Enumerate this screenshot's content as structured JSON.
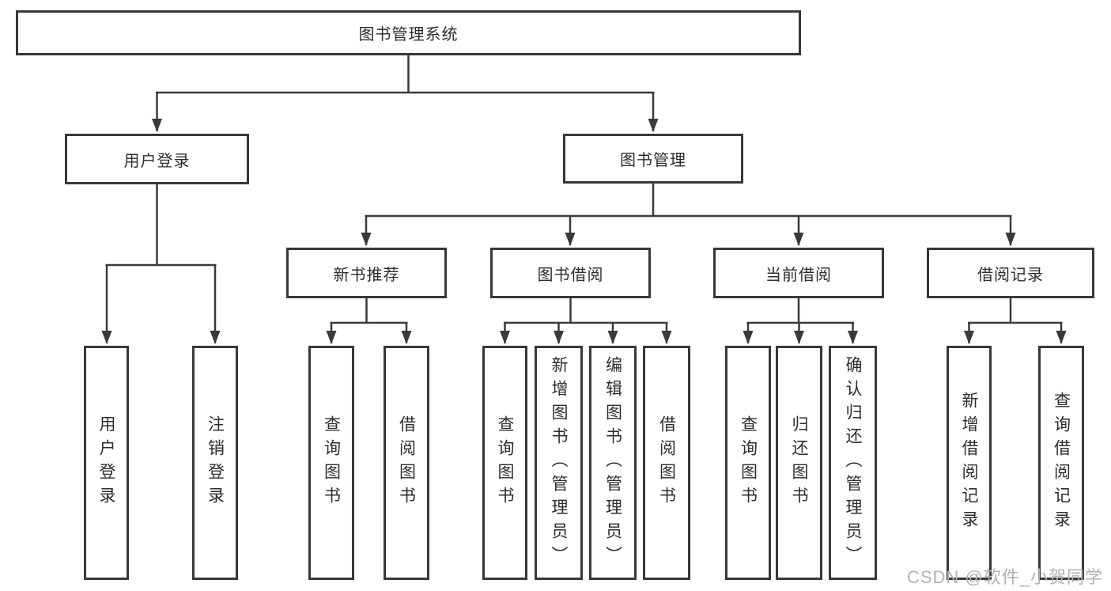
{
  "colors": {
    "background": "#ffffff",
    "line": "#3a3a3a",
    "box_border": "#383838",
    "box_fill": "#ffffff",
    "text": "#2d2d2d",
    "watermark": "#b2b2b2"
  },
  "root": {
    "label": "图书管理系统"
  },
  "level1": [
    {
      "label": "用户登录"
    },
    {
      "label": "图书管理"
    }
  ],
  "level2": [
    {
      "label": "新书推荐"
    },
    {
      "label": "图书借阅"
    },
    {
      "label": "当前借阅"
    },
    {
      "label": "借阅记录"
    }
  ],
  "leaves": {
    "user_login": [
      {
        "label": "用户登录"
      },
      {
        "label": "注销登录"
      }
    ],
    "new_book_recommend": [
      {
        "label": "查询图书"
      },
      {
        "label": "借阅图书"
      }
    ],
    "book_borrowing": [
      {
        "label": "查询图书"
      },
      {
        "label": "新增图书（管理员）"
      },
      {
        "label": "编辑图书（管理员）"
      },
      {
        "label": "借阅图书"
      }
    ],
    "current_borrowing": [
      {
        "label": "查询图书"
      },
      {
        "label": "归还图书"
      },
      {
        "label": "确认归还（管理员）"
      }
    ],
    "borrowing_records": [
      {
        "label": "新增借阅记录"
      },
      {
        "label": "查询借阅记录"
      }
    ]
  },
  "watermark": {
    "text": "CSDN @软件_小贺同学"
  }
}
